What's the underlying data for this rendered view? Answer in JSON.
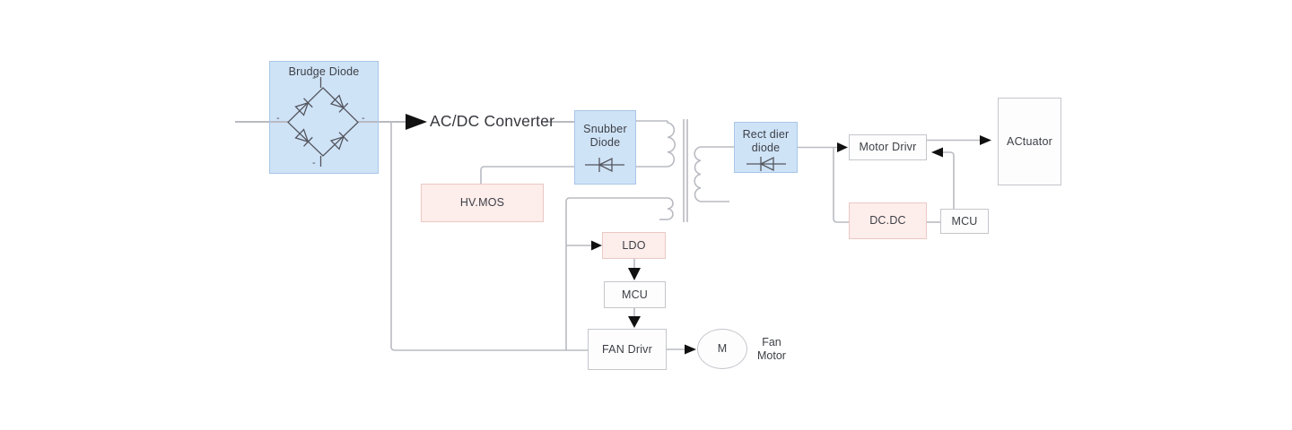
{
  "labels": {
    "acdc_converter": "AC/DC Converter"
  },
  "blocks": {
    "bridge_diode": {
      "label": "Brudge Diode",
      "marks": {
        "top": "-",
        "bottom": "-",
        "left": "-",
        "right": "-"
      }
    },
    "snubber_diode": {
      "line1": "Snubber",
      "line2": "Diode"
    },
    "hv_mos": {
      "label": "HV.MOS"
    },
    "rect_diode": {
      "line1": "Rect dier",
      "line2": "diode"
    },
    "ldo": {
      "label": "LDO"
    },
    "fan_mcu": {
      "label": "MCU"
    },
    "fan_driver": {
      "label": "FAN Drivr"
    },
    "fan_motor": {
      "symbol": "M",
      "caption_line1": "Fan",
      "caption_line2": "Motor"
    },
    "motor_driver": {
      "label": "Motor Drivr"
    },
    "dc_dc": {
      "label": "DC.DC"
    },
    "main_mcu": {
      "label": "MCU"
    },
    "actuator": {
      "label": "ACtuator"
    }
  },
  "icons": [
    "bridge-rectifier-icon",
    "diode-icon",
    "transformer-icon",
    "flow-arrow-icon"
  ],
  "colors": {
    "blue_fill": "#cfe3f7",
    "blue_border": "#a8c6e8",
    "pink_fill": "#fdedeb",
    "pink_border": "#eac8c4",
    "white_fill": "#fdfdfe",
    "white_border": "#c5c6cb",
    "wire": "#b9bbc2",
    "symbol": "#54565e",
    "arrow": "#111111",
    "text": "#3d3f45"
  }
}
